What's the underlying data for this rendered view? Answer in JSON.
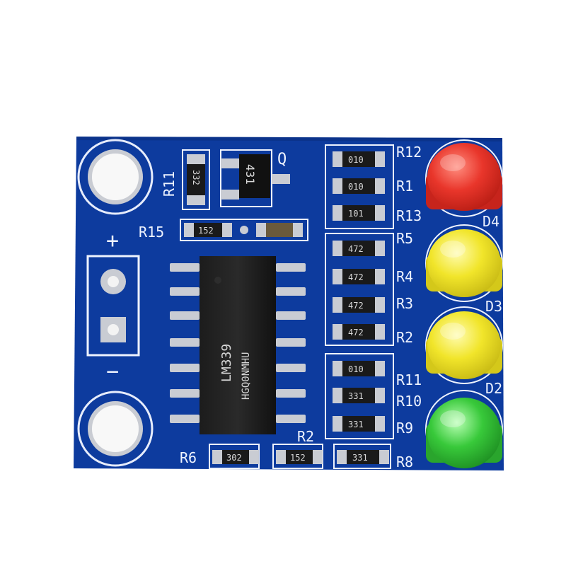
{
  "board": {
    "colors": {
      "pcb_blue": "#0d3b9e",
      "pcb_blue_dark": "#0a2f7f",
      "silkscreen": "#eef3ff",
      "pad_tin": "#c9ccd3",
      "resistor_body": "#1a1a1a",
      "resistor_text": "#e8e8e8",
      "led_red": "#e9362b",
      "led_yellow": "#f1e52a",
      "led_green": "#38c93a",
      "chip_black": "#141414"
    },
    "silkscreen_labels": {
      "r11": "R11",
      "q": "Q",
      "r15": "R15",
      "plus": "+",
      "minus": "−",
      "r12": "R12",
      "r1": "R1",
      "r13": "R13",
      "r5": "R5",
      "r4": "R4",
      "r3": "R3",
      "r2_right": "R2",
      "r11_right": "R11",
      "r10": "R10",
      "r9": "R9",
      "r8": "R8",
      "r6": "R6",
      "r2_bottom": "R2",
      "d4": "D4",
      "d3": "D3",
      "d2": "D2"
    },
    "resistor_codes": {
      "r11": "332",
      "r15_left": "152",
      "r12": "010",
      "r1": "010",
      "r13": "101",
      "r5": "472",
      "r4": "472",
      "r3": "472",
      "r2": "472",
      "r11_right": "010",
      "r10": "331",
      "r9": "331",
      "r6": "302",
      "r2_bottom": "152",
      "r8": "331"
    },
    "transistor_marking": "431",
    "chip_marking": {
      "line1": "LM339",
      "line2": "HGQ0NMHU"
    },
    "leds": {
      "top": "red",
      "second": "yellow",
      "third": "yellow",
      "bottom": "green"
    }
  }
}
